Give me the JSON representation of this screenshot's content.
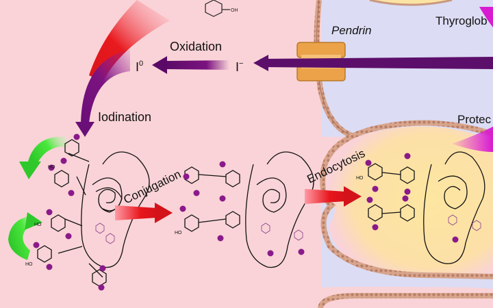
{
  "labels": {
    "pendrin": "Pendrin",
    "thyroglobulin": "Thyroglob",
    "oxidation": "Oxidation",
    "iodide": "I",
    "iodide_sup": "−",
    "iodine": "I",
    "iodine_sup": "0",
    "iodination": "Iodination",
    "conjugation": "Conjugation",
    "endocytosis": "Endocytosis",
    "proteolysis": "Protec"
  },
  "colors": {
    "lumen_bg": "#f9d3d7",
    "cell_bg": "#dcdcf4",
    "membrane": "#c9987f",
    "vesicle": "#fbe3a4",
    "iodine_purple": "#8a1a8a",
    "arrow_red": "#e8161c",
    "arrow_green": "#44e83a",
    "pendrin_orange": "#eba249",
    "proteolysis_magenta": "#e020d6"
  }
}
